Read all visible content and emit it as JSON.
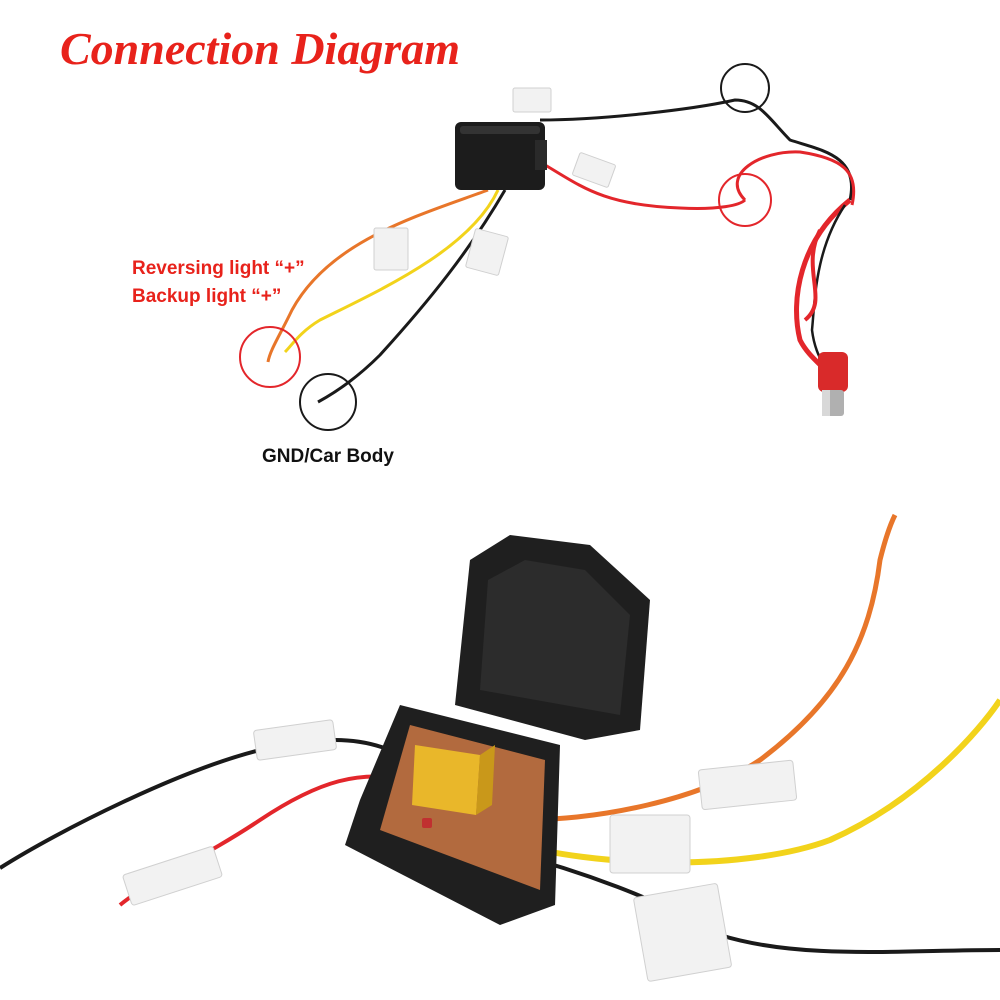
{
  "title": "Connection Diagram",
  "labels": {
    "reversing": "Reversing light “+”",
    "backup": "Backup light “+”",
    "ground": "GND/Car Body"
  },
  "colors": {
    "title": "#e8221b",
    "label_red": "#e8221b",
    "wire_red": "#e3262b",
    "wire_black": "#1a1a1a",
    "wire_orange": "#e8762a",
    "wire_yellow": "#f2d31b",
    "box": "#1c1c1c",
    "pcb": "#b26a3e",
    "relay": "#e9b72a"
  }
}
